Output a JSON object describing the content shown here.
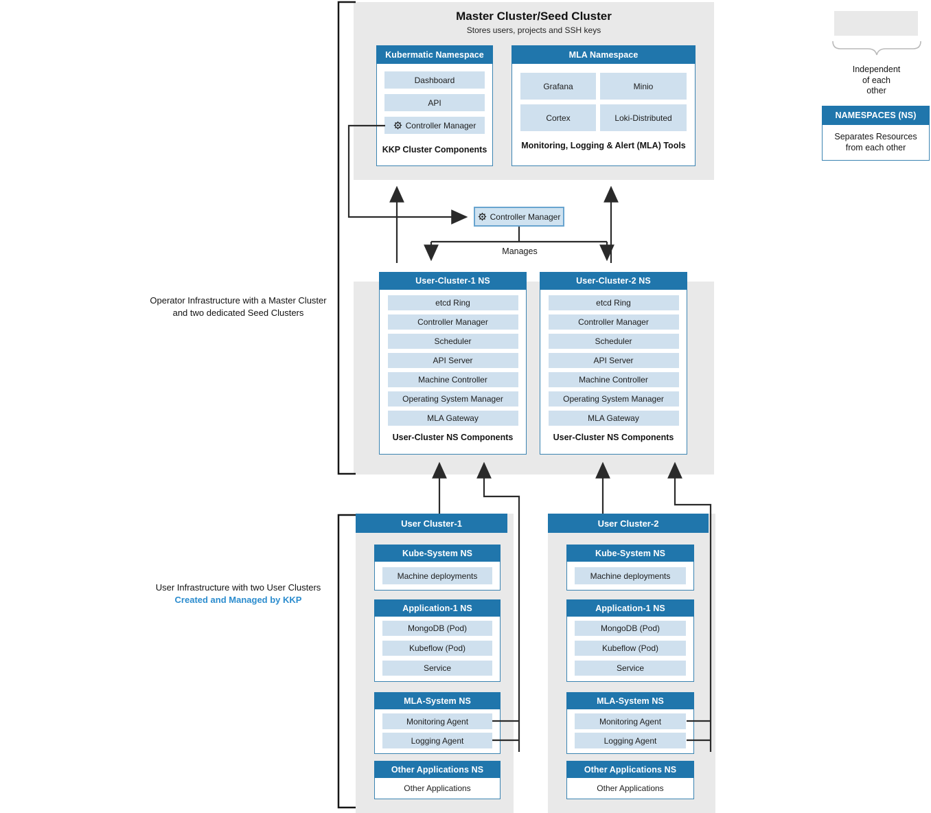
{
  "palette": {
    "header_blue": "#2076ac",
    "item_light_blue": "#cfe0ee",
    "container_gray": "#e9e9e9",
    "line_color": "#2a2a2a",
    "kkp_text_blue": "#2b8cce"
  },
  "master": {
    "title": "Master Cluster/Seed Cluster",
    "subtitle": "Stores users, projects and SSH keys",
    "kubermatic_ns": {
      "header": "Kubermatic Namespace",
      "items": [
        "Dashboard",
        "API",
        "Controller Manager"
      ],
      "footer": "KKP Cluster Components"
    },
    "mla_ns": {
      "header": "MLA Namespace",
      "items": [
        "Grafana",
        "Minio",
        "Cortex",
        "Loki-Distributed"
      ],
      "footer": "Monitoring, Logging & Alert (MLA) Tools"
    }
  },
  "legend": {
    "independent_lines": [
      "Independent",
      "of each",
      "other"
    ],
    "namespaces_box": {
      "header": "NAMESPACES (NS)",
      "body_lines": [
        "Separates Resources",
        "from each other"
      ]
    }
  },
  "controller_manager": {
    "label": "Controller Manager",
    "manages_label": "Manages"
  },
  "side_labels": {
    "operator_line1": "Operator Infrastructure with a Master Cluster",
    "operator_line2": "and two dedicated Seed Clusters",
    "user_line1": "User Infrastructure with two User Clusters",
    "user_line2": "Created and Managed by KKP"
  },
  "seed_ns": {
    "boxes": [
      {
        "header": "User-Cluster-1 NS"
      },
      {
        "header": "User-Cluster-2 NS"
      }
    ],
    "items": [
      "etcd Ring",
      "Controller Manager",
      "Scheduler",
      "API Server",
      "Machine Controller",
      "Operating System Manager",
      "MLA Gateway"
    ],
    "footer": "User-Cluster NS Components"
  },
  "user_clusters": {
    "boxes": [
      {
        "title": "User Cluster-1"
      },
      {
        "title": "User Cluster-2"
      }
    ],
    "namespaces": [
      {
        "header": "Kube-System NS",
        "items": [
          "Machine deployments"
        ]
      },
      {
        "header": "Application-1 NS",
        "items": [
          "MongoDB (Pod)",
          "Kubeflow (Pod)",
          "Service"
        ]
      },
      {
        "header": "MLA-System NS",
        "items": [
          "Monitoring Agent",
          "Logging Agent"
        ]
      },
      {
        "header": "Other Applications NS",
        "items": [
          "Other Applications"
        ]
      }
    ]
  }
}
